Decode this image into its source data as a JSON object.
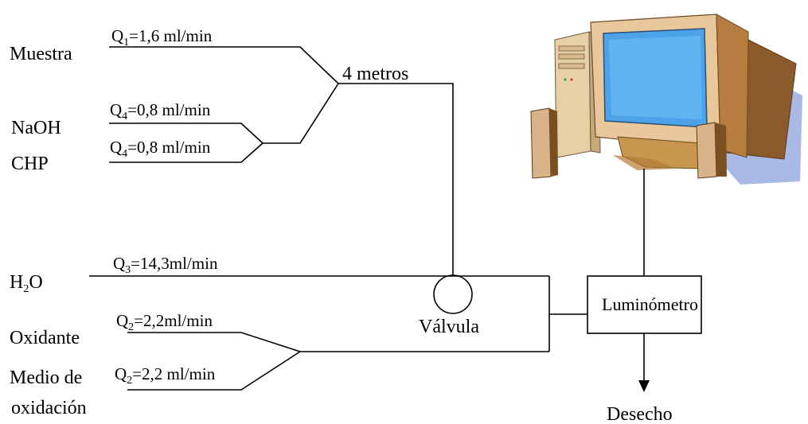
{
  "inputs": {
    "muestra": "Muestra",
    "naoh": "NaOH",
    "chp": "CHP",
    "h2o_main": "H",
    "h2o_sub": "2",
    "h2o_tail": "O",
    "oxidante": "Oxidante",
    "medio_line1": "Medio de",
    "medio_line2": "oxidación"
  },
  "flows": {
    "q1": {
      "prefix": "Q",
      "sub": "1",
      "value": "=1,6 ml/min"
    },
    "q4a": {
      "prefix": "Q",
      "sub": "4",
      "value": "=0,8 ml/min"
    },
    "q4b": {
      "prefix": "Q",
      "sub": "4",
      "value": "=0,8 ml/min"
    },
    "q3": {
      "prefix": "Q",
      "sub": "3",
      "value": "=14,3ml/min"
    },
    "q2a": {
      "prefix": "Q",
      "sub": "2",
      "value": "=2,2ml/min"
    },
    "q2b": {
      "prefix": "Q",
      "sub": "2",
      "value": "=2,2 ml/min"
    }
  },
  "components": {
    "coil_length": "4 metros",
    "valve": "Válvula",
    "luminometer": "Luminómetro",
    "waste": "Desecho"
  },
  "icons": {
    "computer": "computer-icon",
    "valve": "valve-circle-icon"
  },
  "colors": {
    "monitor_case": "#e8c79a",
    "screen": "#4da3e8",
    "shadow": "#a9b9e6"
  }
}
